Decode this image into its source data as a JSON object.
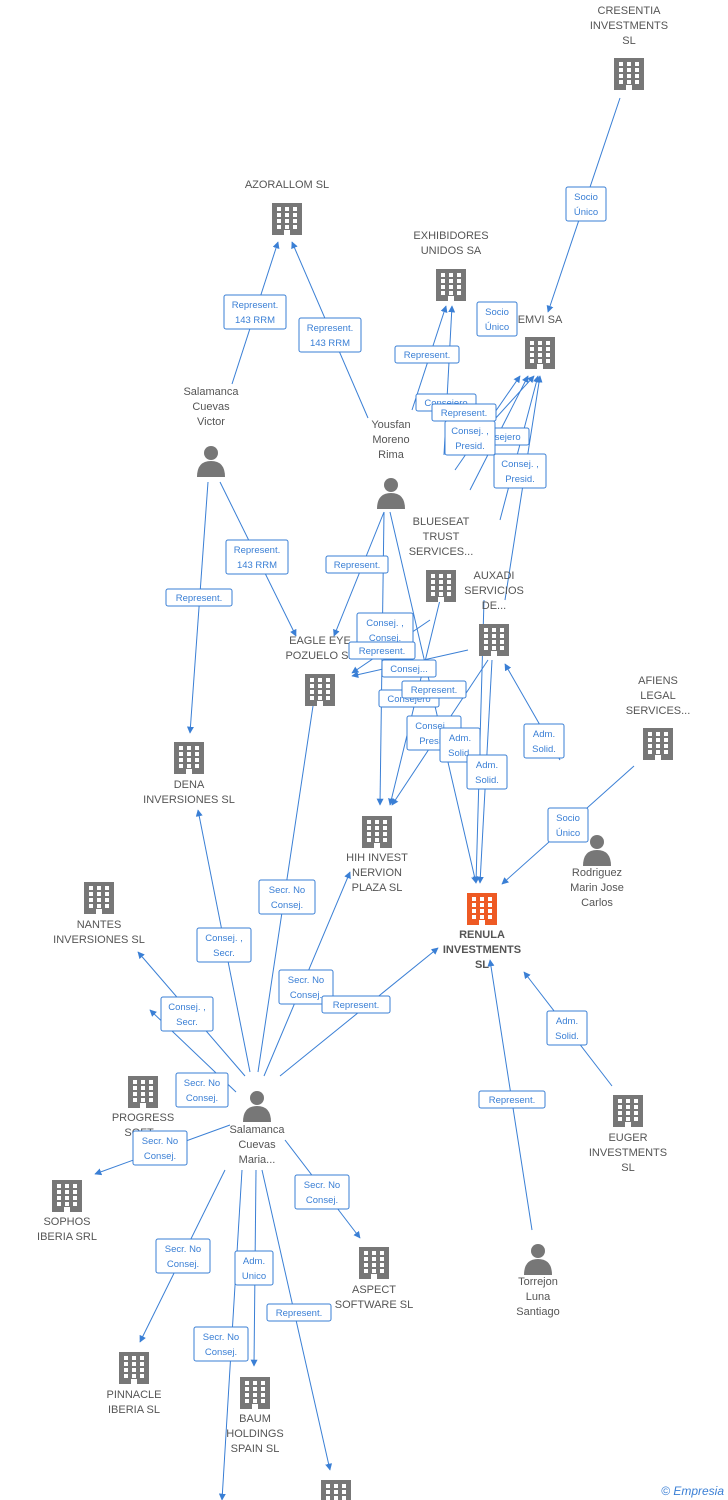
{
  "colors": {
    "edge": "#3a7fd5",
    "node": "#777777",
    "highlight": "#ee5a24"
  },
  "nodes": [
    {
      "id": "cresentia",
      "type": "company",
      "lines": [
        "CRESENTIA",
        "INVESTMENTS",
        "SL"
      ]
    },
    {
      "id": "azorallom",
      "type": "company",
      "lines": [
        "AZORALLOM SL"
      ]
    },
    {
      "id": "exhibidores",
      "type": "company",
      "lines": [
        "EXHIBIDORES",
        "UNIDOS SA"
      ]
    },
    {
      "id": "emvi",
      "type": "company",
      "lines": [
        "EMVI SA"
      ]
    },
    {
      "id": "salamanca_victor",
      "type": "person",
      "lines": [
        "Salamanca",
        "Cuevas",
        "Victor"
      ]
    },
    {
      "id": "yousfan",
      "type": "person",
      "lines": [
        "Yousfan",
        "Moreno",
        "Rima"
      ]
    },
    {
      "id": "blueseat",
      "type": "company",
      "lines": [
        "BLUESEAT",
        "TRUST",
        "SERVICES..."
      ]
    },
    {
      "id": "auxadi",
      "type": "company",
      "lines": [
        "AUXADI",
        "SERVICIOS",
        "DE..."
      ]
    },
    {
      "id": "eagle",
      "type": "company",
      "lines": [
        "EAGLE EYE",
        "POZUELO  SL"
      ]
    },
    {
      "id": "afiens",
      "type": "company",
      "lines": [
        "AFIENS",
        "LEGAL",
        "SERVICES..."
      ]
    },
    {
      "id": "dena",
      "type": "company",
      "lines": [
        "DENA",
        "INVERSIONES SL"
      ]
    },
    {
      "id": "hih",
      "type": "company",
      "lines": [
        "HIH INVEST",
        "NERVION",
        "PLAZA  SL"
      ]
    },
    {
      "id": "rodriguez",
      "type": "person",
      "lines": [
        "Rodriguez",
        "Marin Jose",
        "Carlos"
      ]
    },
    {
      "id": "renula",
      "type": "company",
      "highlight": true,
      "lines": [
        "RENULA",
        "INVESTMENTS",
        "SL"
      ]
    },
    {
      "id": "nantes",
      "type": "company",
      "lines": [
        "NANTES",
        "INVERSIONES SL"
      ]
    },
    {
      "id": "progress",
      "type": "company",
      "lines": [
        "PROGRESS",
        "SOFT..."
      ]
    },
    {
      "id": "salamanca_maria",
      "type": "person",
      "lines": [
        "Salamanca",
        "Cuevas",
        "Maria..."
      ]
    },
    {
      "id": "euger",
      "type": "company",
      "lines": [
        "EUGER",
        "INVESTMENTS",
        "SL"
      ]
    },
    {
      "id": "sophos",
      "type": "company",
      "lines": [
        "SOPHOS",
        "IBERIA SRL"
      ]
    },
    {
      "id": "aspect",
      "type": "company",
      "lines": [
        "ASPECT",
        "SOFTWARE SL"
      ]
    },
    {
      "id": "torrejon",
      "type": "person",
      "lines": [
        "Torrejon",
        "Luna",
        "Santiago"
      ]
    },
    {
      "id": "pinnacle",
      "type": "company",
      "lines": [
        "PINNACLE",
        "IBERIA  SL"
      ]
    },
    {
      "id": "baum",
      "type": "company",
      "lines": [
        "BAUM",
        "HOLDINGS",
        "SPAIN  SL"
      ]
    },
    {
      "id": "bottom_company",
      "type": "company",
      "lines": []
    }
  ],
  "edge_labels": [
    {
      "id": "e1",
      "lines": [
        "Socio",
        "Único"
      ]
    },
    {
      "id": "e2",
      "lines": [
        "Represent.",
        "143 RRM"
      ]
    },
    {
      "id": "e3",
      "lines": [
        "Represent.",
        "143 RRM"
      ]
    },
    {
      "id": "e4",
      "lines": [
        "Socio",
        "Único"
      ]
    },
    {
      "id": "e5",
      "lines": [
        "Represent."
      ]
    },
    {
      "id": "e6",
      "lines": [
        "Consejero"
      ]
    },
    {
      "id": "e7",
      "lines": [
        "Represent."
      ]
    },
    {
      "id": "e8",
      "lines": [
        "Consejero"
      ]
    },
    {
      "id": "e9",
      "lines": [
        "Consej. ,",
        "Presid."
      ]
    },
    {
      "id": "e10",
      "lines": [
        "Consej. ,",
        "Presid."
      ]
    },
    {
      "id": "e11",
      "lines": [
        "Represent.",
        "143 RRM"
      ]
    },
    {
      "id": "e12",
      "lines": [
        "Represent."
      ]
    },
    {
      "id": "e13",
      "lines": [
        "Represent."
      ]
    },
    {
      "id": "e14",
      "lines": [
        "Consej. ,",
        "Consej."
      ]
    },
    {
      "id": "e15",
      "lines": [
        "Represent."
      ]
    },
    {
      "id": "e16",
      "lines": [
        "Consej..."
      ]
    },
    {
      "id": "e17",
      "lines": [
        "Consejero"
      ]
    },
    {
      "id": "e18",
      "lines": [
        "Represent."
      ]
    },
    {
      "id": "e19",
      "lines": [
        "Consej. ,",
        "Presid."
      ]
    },
    {
      "id": "e20",
      "lines": [
        "Adm.",
        "Solid."
      ]
    },
    {
      "id": "e21",
      "lines": [
        "Adm.",
        "Solid."
      ]
    },
    {
      "id": "e22",
      "lines": [
        "Adm.",
        "Solid."
      ]
    },
    {
      "id": "e23",
      "lines": [
        "Socio",
        "Único"
      ]
    },
    {
      "id": "e24",
      "lines": [
        "Secr.  No",
        "Consej."
      ]
    },
    {
      "id": "e25",
      "lines": [
        "Consej. ,",
        "Secr."
      ]
    },
    {
      "id": "e26",
      "lines": [
        "Secr.  No",
        "Consej."
      ]
    },
    {
      "id": "e27",
      "lines": [
        "Represent."
      ]
    },
    {
      "id": "e28",
      "lines": [
        "Consej. ,",
        "Secr."
      ]
    },
    {
      "id": "e29",
      "lines": [
        "Adm.",
        "Solid."
      ]
    },
    {
      "id": "e30",
      "lines": [
        "Secr.  No",
        "Consej."
      ]
    },
    {
      "id": "e31",
      "lines": [
        "Secr.  No",
        "Consej."
      ]
    },
    {
      "id": "e32",
      "lines": [
        "Represent."
      ]
    },
    {
      "id": "e33",
      "lines": [
        "Secr.  No",
        "Consej."
      ]
    },
    {
      "id": "e34",
      "lines": [
        "Adm.",
        "Unico"
      ]
    },
    {
      "id": "e35",
      "lines": [
        "Secr.  No",
        "Consej."
      ]
    },
    {
      "id": "e36",
      "lines": [
        "Represent."
      ]
    },
    {
      "id": "e37",
      "lines": [
        "Secr.  No",
        "Consej."
      ]
    }
  ],
  "watermark": {
    "copyright": "©",
    "brand": "Empresia"
  }
}
